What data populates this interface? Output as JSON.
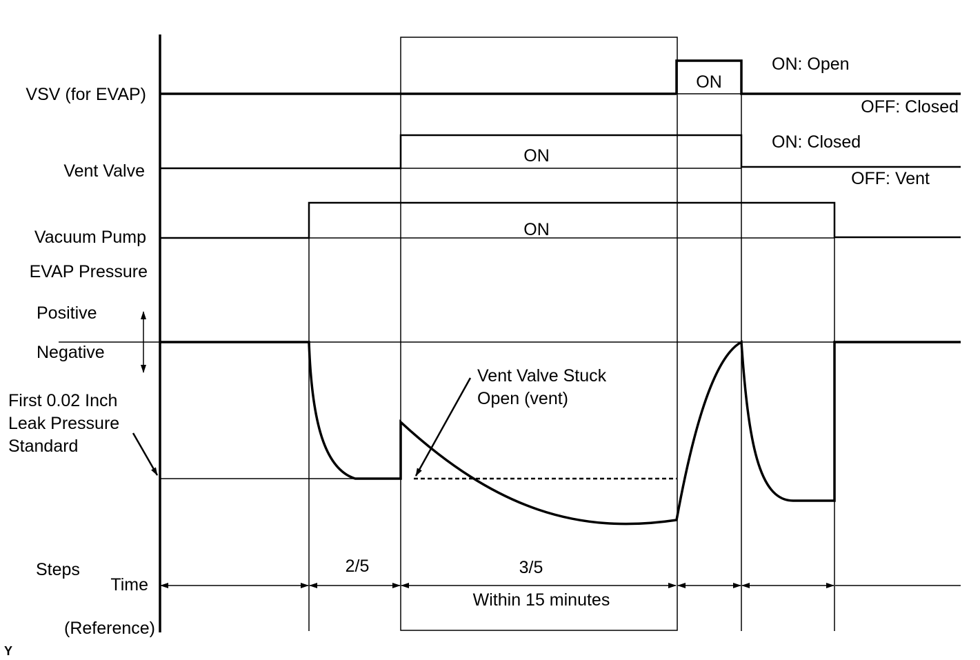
{
  "labels": {
    "vsv": "VSV (for EVAP)",
    "vent_valve": "Vent Valve",
    "vacuum_pump": "Vacuum Pump",
    "evap_pressure": "EVAP Pressure",
    "positive": "Positive",
    "negative": "Negative",
    "first_leak_line1": "First 0.02 Inch",
    "first_leak_line2": "Leak Pressure",
    "first_leak_line3": "Standard",
    "steps": "Steps",
    "time": "Time",
    "reference": "(Reference)",
    "corner_mark": "Y"
  },
  "states": {
    "vsv_on": "ON",
    "vsv_on_meaning": "ON: Open",
    "vsv_off_meaning": "OFF: Closed",
    "vent_on": "ON",
    "vent_on_meaning": "ON: Closed",
    "vent_off_meaning": "OFF: Vent",
    "pump_on": "ON"
  },
  "annotations": {
    "stuck_line1": "Vent Valve Stuck",
    "stuck_line2": "Open (vent)"
  },
  "steps": {
    "step_2": "2/5",
    "step_3": "3/5",
    "step_3_time": "Within 15 minutes"
  }
}
